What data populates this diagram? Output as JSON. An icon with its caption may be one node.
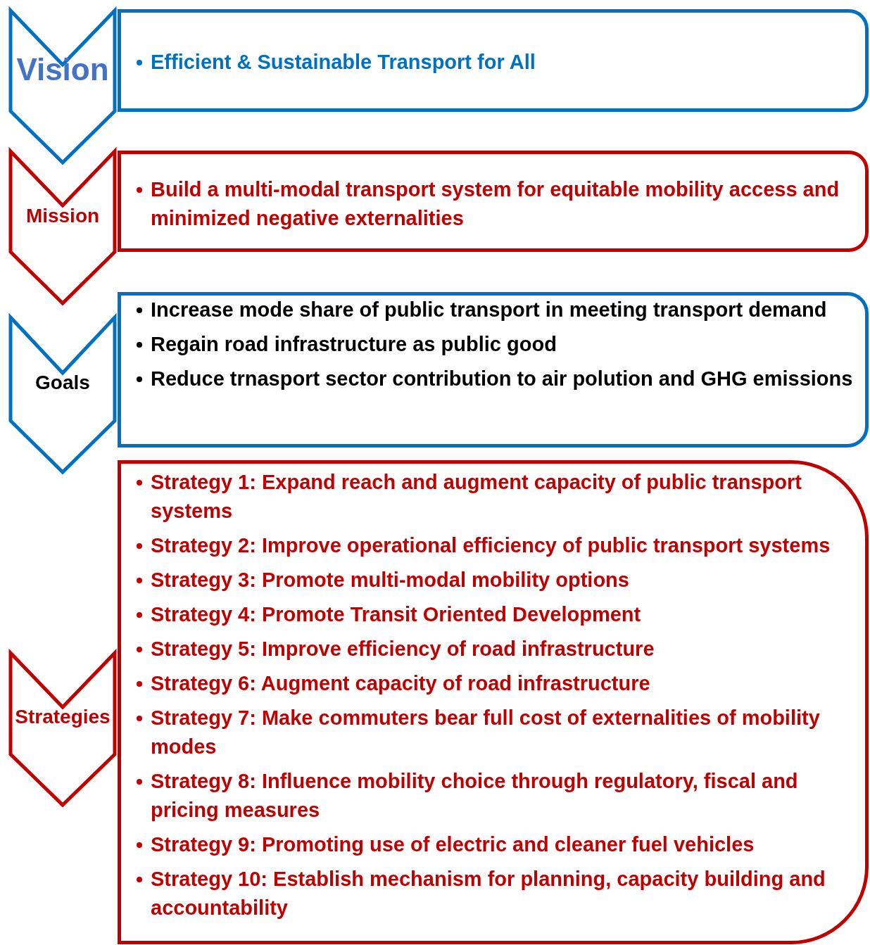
{
  "diagram": {
    "nodes": [
      {
        "text": [
          "Vision"
        ]
      },
      {
        "text": [
          "Efficient & Sustainable Transport for All"
        ]
      },
      {
        "text": [
          "Mission"
        ]
      },
      {
        "text": [
          "Build a multi-modal transport system for equitable mobility access and minimized negative externalities"
        ]
      },
      {
        "text": [
          "Goals"
        ]
      },
      {
        "text": [
          "Increase mode share of public transport in meeting transport demand",
          "Regain road infrastructure as public good",
          "Reduce trnasport sector contribution to air polution and GHG emissions"
        ]
      },
      {
        "text": [
          "Strategies"
        ]
      },
      {
        "text": [
          "Strategy 1: Expand reach and augment capacity of public transport systems",
          "Strategy 2: Improve operational efficiency of public transport systems",
          "Strategy 3: Promote multi-modal mobility options",
          "Strategy 4: Promote Transit Oriented Development",
          "Strategy 5: Improve efficiency of road infrastructure",
          "Strategy 6: Augment capacity of road infrastructure",
          "Strategy 7: Make commuters bear full cost of externalities of mobility modes",
          "Strategy 8: Influence mobility choice through regulatory, fiscal and pricing measures",
          "Strategy 9: Promoting use of electric and cleaner fuel vehicles",
          "Strategy 10: Establish mechanism for planning, capacity building and accountability"
        ]
      }
    ]
  }
}
